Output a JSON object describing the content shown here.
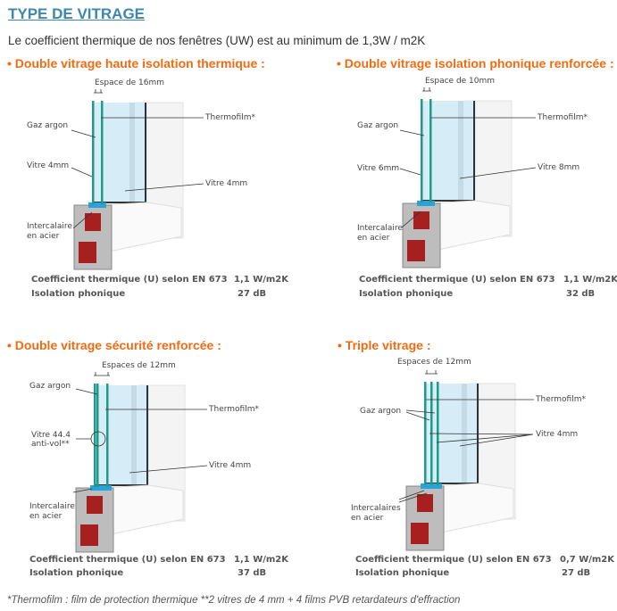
{
  "title": "TYPE DE VITRAGE",
  "intro": "Le coefficient thermique de nos fenêtres (UW) est au minimum de 1,3W / m2K",
  "panels": [
    {
      "heading": "• Double vitrage haute isolation thermique :",
      "space": "Espace de 16mm",
      "gas": "Gaz argon",
      "glass_left": "Vitre 4mm",
      "thermofilm": "Thermofilm*",
      "glass_right": "Vitre 4mm",
      "spacer1": "Intercalaire",
      "spacer2": "en acier",
      "coef_label": "Coefficient thermique (U) selon EN 673",
      "coef_value": "1,1 W/m2K",
      "sound_label": "Isolation phonique",
      "sound_value": "27 dB"
    },
    {
      "heading": "• Double vitrage isolation phonique renforcée :",
      "space": "Espace de 10mm",
      "gas": "Gaz argon",
      "glass_left": "Vitre 6mm",
      "thermofilm": "Thermofilm*",
      "glass_right": "Vitre 8mm",
      "spacer1": "Intercalaire",
      "spacer2": "en acier",
      "coef_label": "Coefficient thermique (U) selon EN 673",
      "coef_value": "1,1 W/m2K",
      "sound_label": "Isolation phonique",
      "sound_value": "32 dB"
    },
    {
      "heading": "• Double vitrage sécurité renforcée :",
      "space": "Espaces de 12mm",
      "gas": "Gaz argon",
      "glass_left": "Vitre 44.4",
      "glass_left2": "anti-vol**",
      "thermofilm": "Thermofilm*",
      "glass_right": "Vitre 4mm",
      "spacer1": "Intercalaire",
      "spacer2": "en acier",
      "coef_label": "Coefficient thermique (U) selon EN 673",
      "coef_value": "1,1 W/m2K",
      "sound_label": "Isolation phonique",
      "sound_value": "37 dB"
    },
    {
      "heading": "• Triple vitrage :",
      "space": "Espaces de 12mm",
      "gas": "Gaz argon",
      "thermofilm": "Thermofilm*",
      "glass_right": "Vitre 4mm",
      "spacer1": "Intercalaires",
      "spacer2": "en acier",
      "coef_label": "Coefficient thermique (U) selon EN 673",
      "coef_value": "0,7 W/m2K",
      "sound_label": "Isolation phonique",
      "sound_value": "27 dB"
    }
  ],
  "footnote": "*Thermofilm : film de protection thermique    **2 vitres de 4 mm + 4 films PVB retardateurs d'effraction",
  "colors": {
    "title": "#3b87b0",
    "heading": "#f26b12",
    "pane": "#1f9b8a",
    "glass": "#d6ecf7"
  }
}
